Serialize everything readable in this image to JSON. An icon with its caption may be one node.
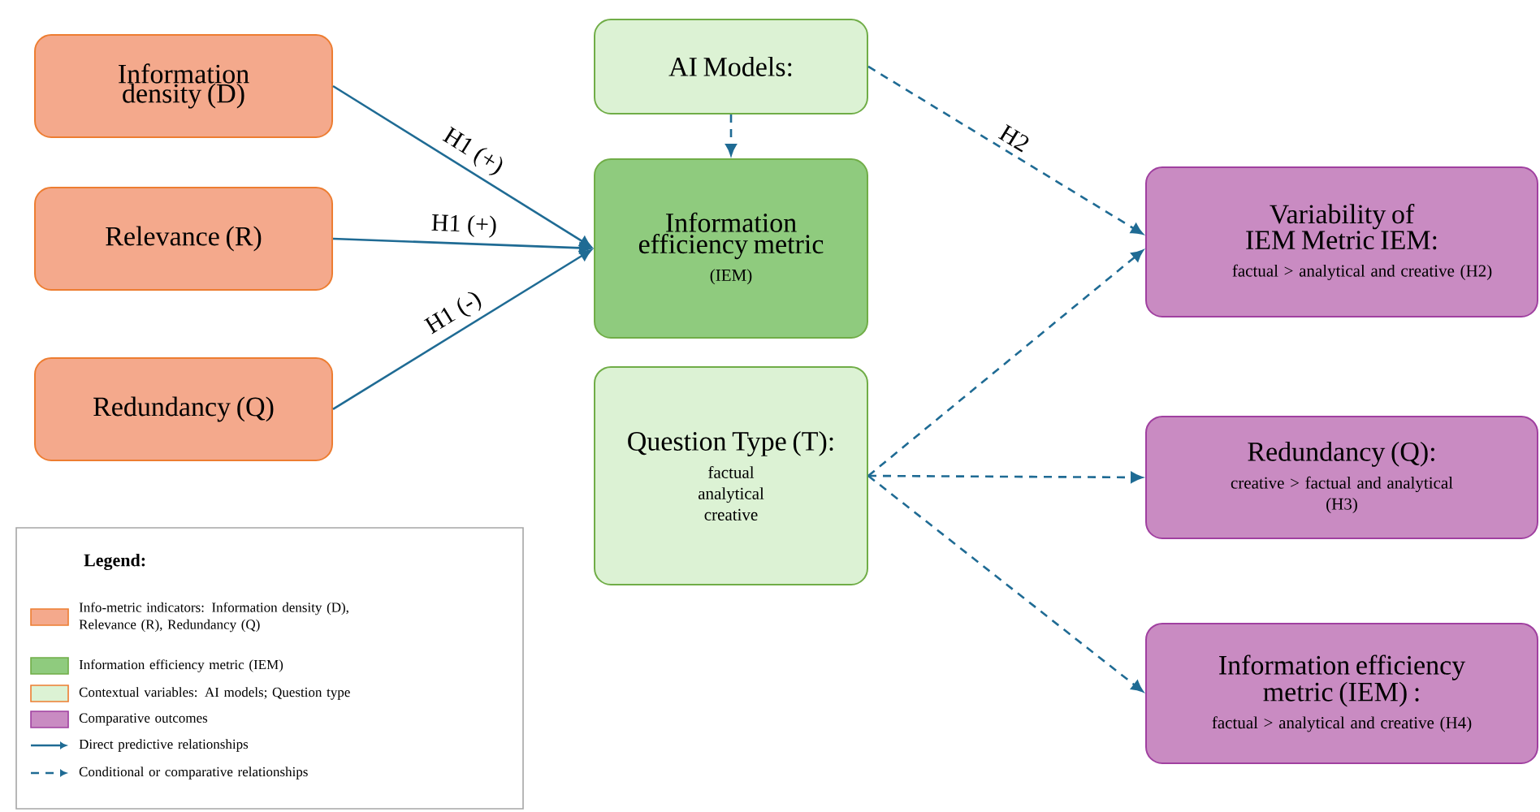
{
  "diagram": {
    "nodes": [
      {
        "text": [
          "Information density (D)"
        ]
      },
      {
        "text": [
          "Relevance (R)"
        ]
      },
      {
        "text": [
          "Redundancy  (Q)"
        ]
      },
      {
        "text": [
          "AI Models:"
        ]
      },
      {
        "text": [
          "Information efficiency metric",
          "(IEM)"
        ]
      },
      {
        "text": [
          "Question Type (T):",
          "factual analytical creative"
        ]
      },
      {
        "text": [
          "Variability of IEM Metric IEM:",
          "factual > analytical and creative (H2)"
        ]
      },
      {
        "text": [
          "Redundancy (Q):",
          "creative > factual and analytical (H3)"
        ]
      },
      {
        "text": [
          "Information efficiency metric (IEM) :",
          "factual > analytical and creative (H4)"
        ]
      }
    ],
    "edges": [
      {
        "from": 0,
        "to": 4,
        "arrow": "to",
        "label": "H1 (+)"
      },
      {
        "from": 1,
        "to": 4,
        "arrow": "to",
        "label": "H1 (+)"
      },
      {
        "from": 2,
        "to": 4,
        "arrow": "to",
        "label": "H1 (-)"
      },
      {
        "from": 3,
        "to": 4,
        "arrow": "to",
        "style": "dashed"
      },
      {
        "from": 3,
        "to": 6,
        "arrow": "to",
        "style": "dashed",
        "label": "H2"
      },
      {
        "from": 5,
        "to": 6,
        "arrow": "to",
        "style": "dashed"
      },
      {
        "from": 5,
        "to": 7,
        "arrow": "to",
        "style": "dashed"
      },
      {
        "from": 5,
        "to": 8,
        "arrow": "to",
        "style": "dashed"
      }
    ],
    "labels": [
      "Legend:"
    ],
    "legend": [
      {
        "text": "Info-metric indicators: Information density (D), Relevance (R), Redundancy (Q)",
        "color": "#f4a98c"
      },
      {
        "text": "Information efficiency metric (IEM)",
        "color": "#8fcb7e"
      },
      {
        "text": "Contextual variables: AI models; Question type",
        "color": "#dcf2d4"
      },
      {
        "text": "Comparative outcomes",
        "color": "#c98bc2"
      },
      {
        "text": "Direct predictive relationships"
      },
      {
        "text": "Conditional or comparative relationships"
      }
    ]
  }
}
